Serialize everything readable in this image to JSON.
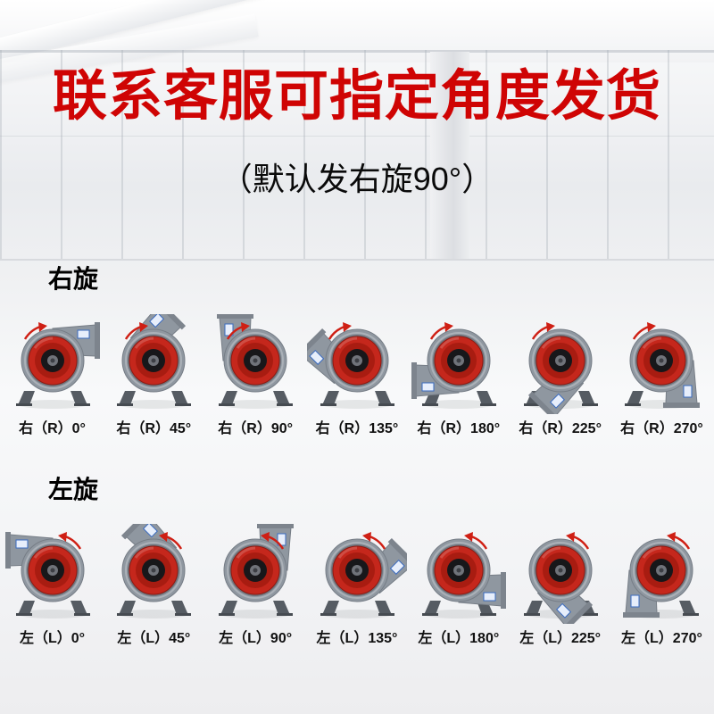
{
  "title": "联系客服可指定角度发货",
  "subtitle": "（默认发右旋90°）",
  "sections": [
    {
      "id": "right",
      "label": "右旋",
      "direction": "R",
      "fans": [
        {
          "label": "右（R）0°",
          "angle": 0
        },
        {
          "label": "右（R）45°",
          "angle": 45
        },
        {
          "label": "右（R）90°",
          "angle": 90
        },
        {
          "label": "右（R）135°",
          "angle": 135
        },
        {
          "label": "右（R）180°",
          "angle": 180
        },
        {
          "label": "右（R）225°",
          "angle": 225
        },
        {
          "label": "右（R）270°",
          "angle": 270
        }
      ]
    },
    {
      "id": "left",
      "label": "左旋",
      "direction": "L",
      "fans": [
        {
          "label": "左（L）0°",
          "angle": 0
        },
        {
          "label": "左（L）45°",
          "angle": 45
        },
        {
          "label": "左（L）90°",
          "angle": 90
        },
        {
          "label": "左（L）135°",
          "angle": 135
        },
        {
          "label": "左（L）180°",
          "angle": 180
        },
        {
          "label": "左（L）225°",
          "angle": 225
        },
        {
          "label": "左（L）270°",
          "angle": 270
        }
      ]
    }
  ],
  "colors": {
    "title": "#cf0404",
    "fan_red": "#c5271c",
    "fan_red_dark": "#a81c11",
    "casing": "#8f97a0",
    "casing_edge": "#767d86",
    "feet": "#565c63",
    "sticker_blue": "#3a6bbf",
    "arrow_red": "#cf1f14"
  }
}
